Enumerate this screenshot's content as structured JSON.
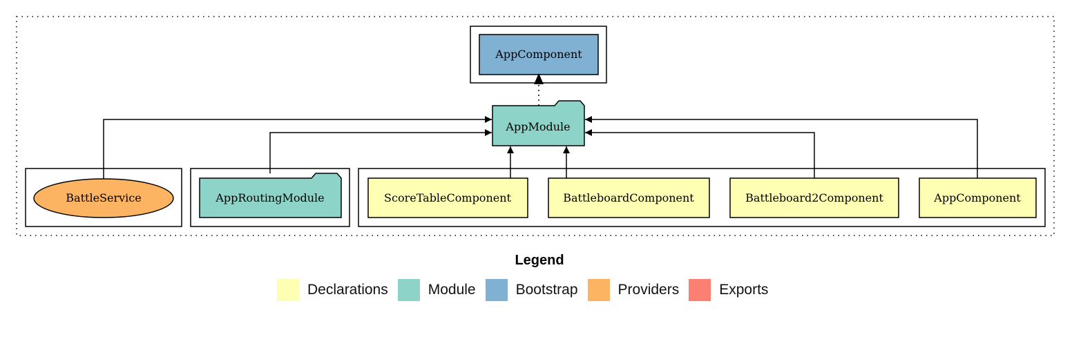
{
  "nodes": {
    "bootstrap_app_component": "AppComponent",
    "app_module": "AppModule",
    "battle_service": "BattleService",
    "app_routing_module": "AppRoutingModule",
    "score_table_component": "ScoreTableComponent",
    "battleboard_component": "BattleboardComponent",
    "battleboard2_component": "Battleboard2Component",
    "declared_app_component": "AppComponent"
  },
  "colors": {
    "declarations": "#ffffb3",
    "module": "#8dd3c7",
    "bootstrap": "#80b1d3",
    "providers": "#fdb462",
    "exports": "#fb8072"
  },
  "legend": {
    "title": "Legend",
    "items": [
      {
        "label": "Declarations",
        "color": "#ffffb3"
      },
      {
        "label": "Module",
        "color": "#8dd3c7"
      },
      {
        "label": "Bootstrap",
        "color": "#80b1d3"
      },
      {
        "label": "Providers",
        "color": "#fdb462"
      },
      {
        "label": "Exports",
        "color": "#fb8072"
      }
    ]
  }
}
